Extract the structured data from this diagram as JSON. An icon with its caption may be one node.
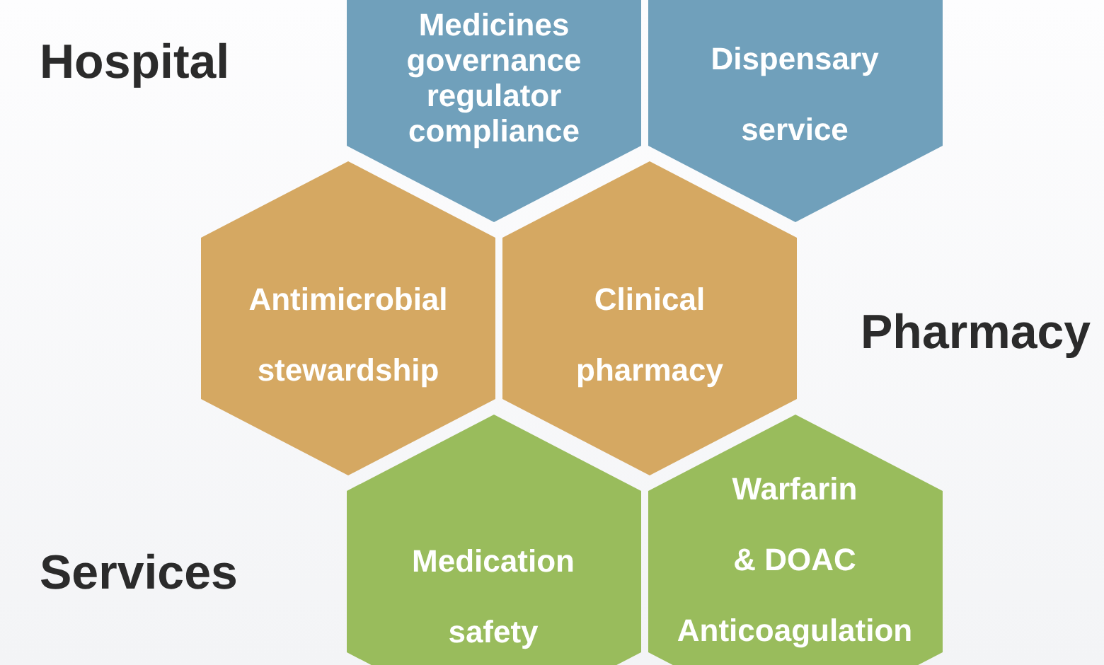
{
  "diagram": {
    "nodes": [
      {
        "text": [
          "Medicines governance regulator compliance"
        ]
      },
      {
        "text": [
          "Dispensary service"
        ]
      },
      {
        "text": [
          "Antimicrobial stewardship"
        ]
      },
      {
        "text": [
          "Clinical pharmacy"
        ]
      },
      {
        "text": [
          "Medication safety"
        ]
      },
      {
        "text": [
          "Warfarin & DOAC Anticoagulation"
        ]
      }
    ],
    "labels": [
      "Hospital",
      "Pharmacy",
      "Services"
    ]
  }
}
